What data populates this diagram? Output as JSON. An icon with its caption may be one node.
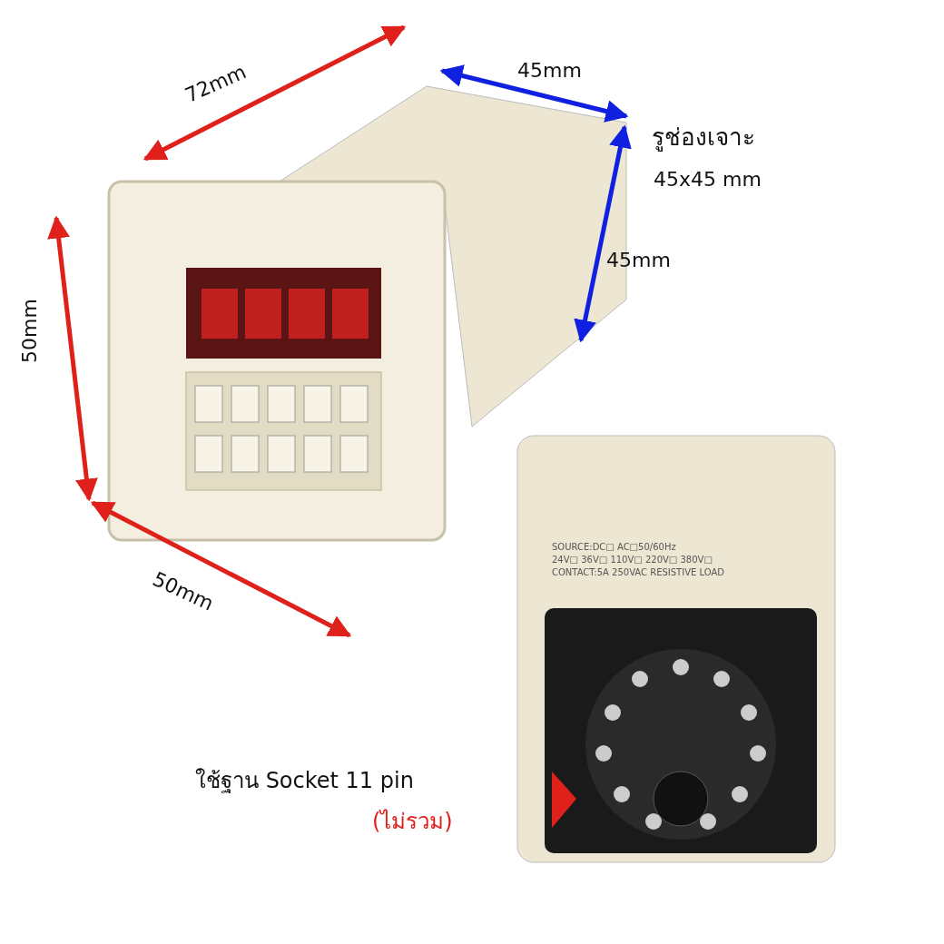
{
  "diagram": {
    "labels": [
      "72mm",
      "45mm",
      "รูช่องเจาะ",
      "45x45 mm",
      "45mm",
      "50mm",
      "SOURCE:DC□ AC□50/60Hz",
      "24V□ 36V□ 110V□ 220V□ 380V□",
      "CONTACT:5A 250VAC RESISTIVE LOAD",
      "50mm",
      "ใช้ฐาน Socket 11 pin",
      "(ไม่รวม)"
    ]
  }
}
